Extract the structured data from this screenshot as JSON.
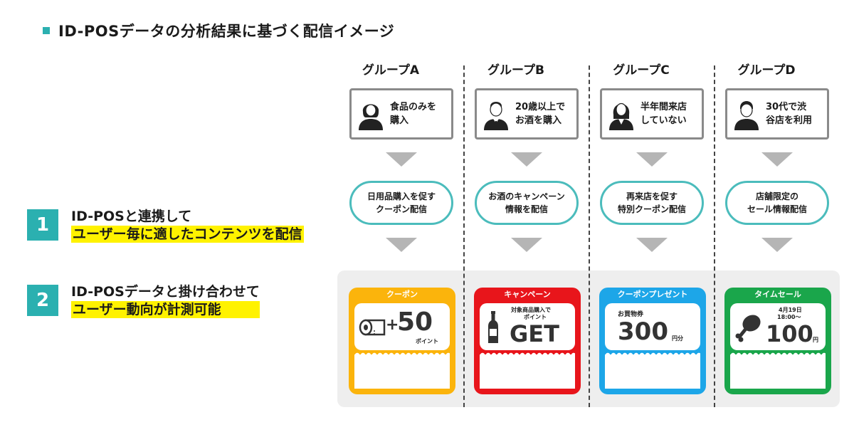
{
  "title": "ID-POSデータの分析結果に基づく配信イメージ",
  "points": [
    {
      "num": "1",
      "line1": "ID-POSと連携して",
      "line2": "ユーザー毎に適したコンテンツを配信"
    },
    {
      "num": "2",
      "line1": "ID-POSデータと掛け合わせて",
      "line2": "ユーザー動向が計測可能"
    }
  ],
  "groups": [
    {
      "title": "グループA",
      "persona_icon": "woman-user-icon",
      "persona_l1": "食品のみを",
      "persona_l2": "購入",
      "action_l1": "日用品購入を促す",
      "action_l2": "クーポン配信",
      "coupon": {
        "header": "クーポン",
        "color": "#fbb40c",
        "icon": "toilet-paper-icon",
        "plus": "+",
        "value": "50",
        "unit": "ポイント"
      }
    },
    {
      "title": "グループB",
      "persona_icon": "businessman-icon",
      "persona_l1": "20歳以上で",
      "persona_l2": "お酒を購入",
      "action_l1": "お酒のキャンペーン",
      "action_l2": "情報を配信",
      "coupon": {
        "header": "キャンペーン",
        "color": "#e8151b",
        "icon": "bottle-icon",
        "sub1": "対象商品購入で",
        "sub2": "ポイント",
        "value": "GET"
      }
    },
    {
      "title": "グループC",
      "persona_icon": "woman-suit-icon",
      "persona_l1": "半年間来店",
      "persona_l2": "していない",
      "action_l1": "再来店を促す",
      "action_l2": "特別クーポン配信",
      "coupon": {
        "header": "クーポンプレゼント",
        "color": "#1da6e8",
        "label": "お買物券",
        "value": "300",
        "unit": "円分"
      }
    },
    {
      "title": "グループD",
      "persona_icon": "man-user-icon",
      "persona_l1": "30代で渋",
      "persona_l2": "谷店を利用",
      "action_l1": "店舗限定の",
      "action_l2": "セール情報配信",
      "coupon": {
        "header": "タイムセール",
        "color": "#1aa64b",
        "icon": "chicken-leg-icon",
        "date": "4月19日",
        "time": "18:00～",
        "value": "100",
        "unit": "円"
      }
    }
  ]
}
